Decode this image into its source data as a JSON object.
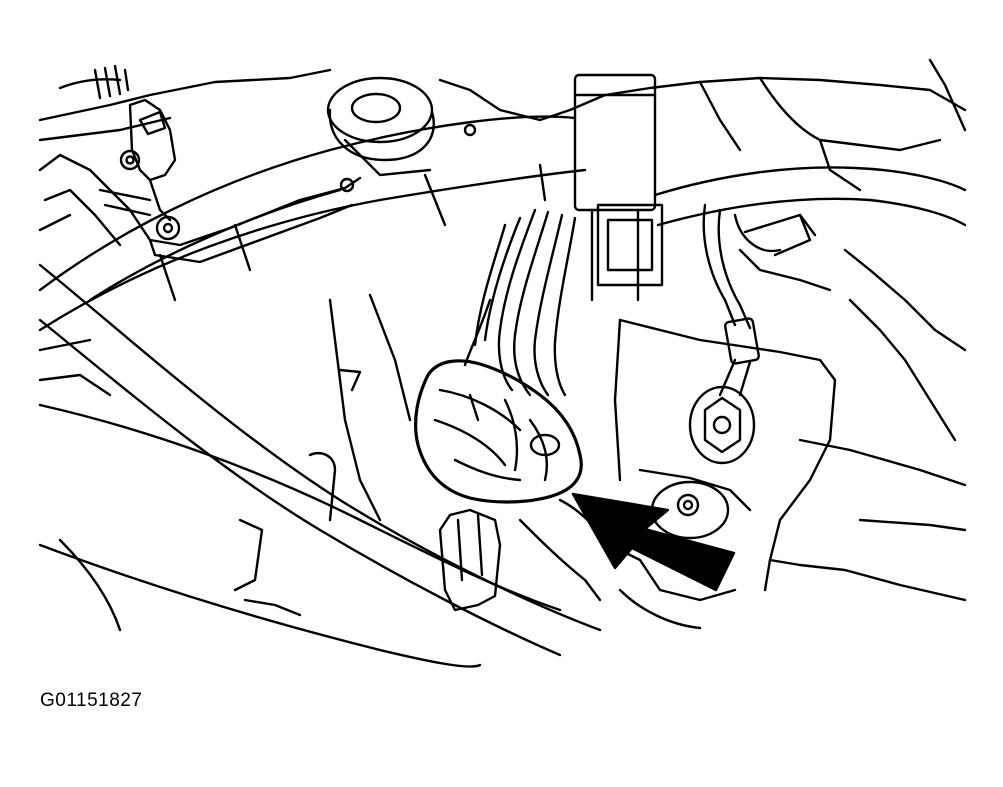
{
  "figure": {
    "id_label": "G01151827"
  },
  "colors": {
    "line": "#000000",
    "background": "#ffffff",
    "arrow_fill": "#000000"
  },
  "components": [
    "wiring-harness",
    "electrical-connector",
    "ground-terminal",
    "mounting-bolt",
    "bracket",
    "pointer-arrow"
  ]
}
